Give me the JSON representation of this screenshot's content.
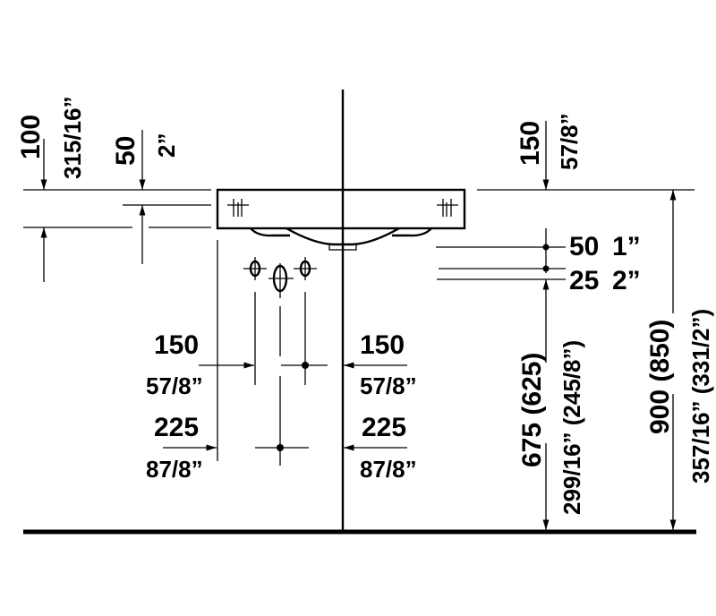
{
  "drawing": {
    "title": "Washbasin installation dimensions",
    "colors": {
      "line": "#000000",
      "background": "#ffffff"
    },
    "top_left": {
      "dim1_mm": "100",
      "dim1_in": "315/16”",
      "dim2_mm": "50",
      "dim2_in": "2”"
    },
    "top_right": {
      "dim_mm": "150",
      "dim_in": "57/8”"
    },
    "right_marks": {
      "upper_mm": "50",
      "upper_in": "1”",
      "lower_mm": "25",
      "lower_in": "2”"
    },
    "left_labels": {
      "upper_mm": "150",
      "upper_in": "57/8”",
      "lower_mm": "225",
      "lower_in": "87/8”"
    },
    "center_labels": {
      "upper_mm": "150",
      "upper_in": "57/8”",
      "lower_mm": "225",
      "lower_in": "87/8”"
    },
    "vertical_675": {
      "mm": "675 (625)",
      "in": "299/16”  (245/8”)"
    },
    "vertical_900": {
      "mm": "900 (850)",
      "in": "357/16”  (331/2”)"
    }
  }
}
